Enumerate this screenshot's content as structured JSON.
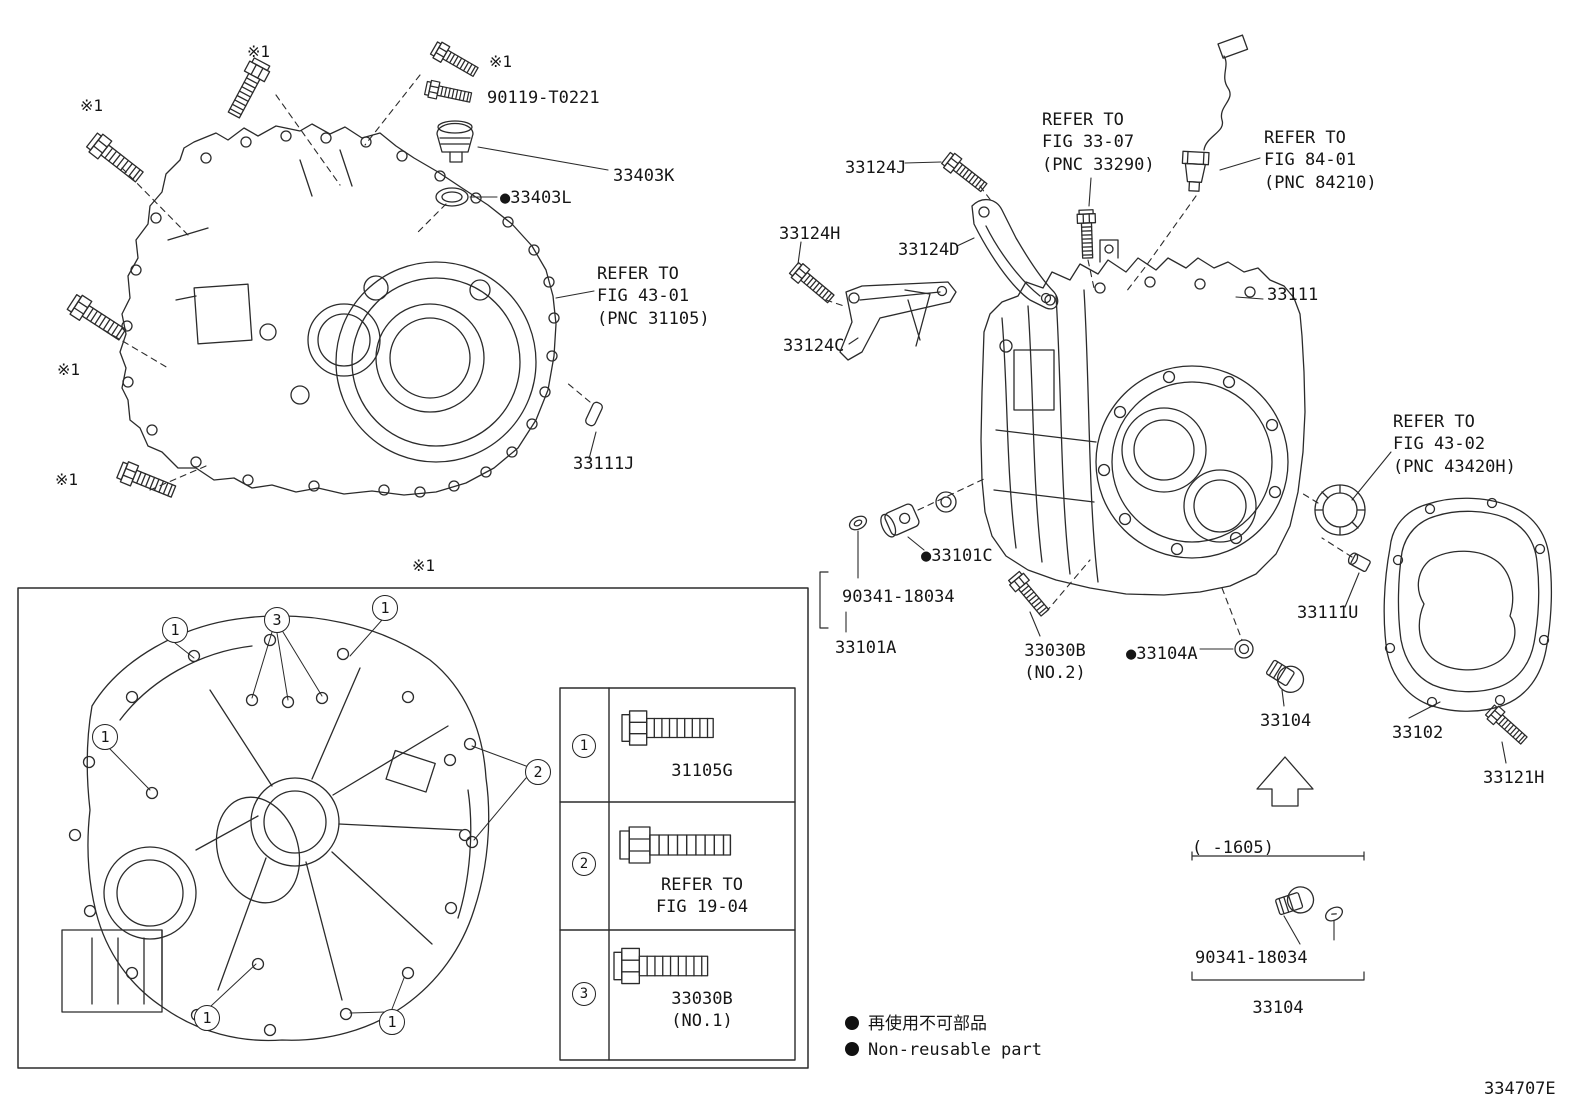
{
  "doc": {
    "number": "334707E"
  },
  "notes": {
    "asterisk": "※1",
    "legend_jp": "再使用不可部品",
    "legend_en": "Non-reusable part"
  },
  "labels": {
    "bolt_90119": "90119-T0221",
    "cap_33403K": "33403K",
    "gasket_33403L": "●33403L",
    "ref_fig_43_01": "REFER TO\nFIG 43-01\n(PNC 31105)",
    "pin_33111J": "33111J",
    "bolt_33124J": "33124J",
    "ref_fig_33_07": "REFER TO\nFIG 33-07\n(PNC 33290)",
    "ref_fig_84_01": "REFER TO\nFIG 84-01\n(PNC 84210)",
    "bolt_33124H": "33124H",
    "bracket_33124D": "33124D",
    "bracket_33124C": "33124C",
    "case_33111": "33111",
    "ref_fig_43_02": "REFER TO\nFIG 43-02\n(PNC 43420H)",
    "plug_33101C": "●33101C",
    "gasket_90341_upper": "90341-18034",
    "plug_33101A": "33101A",
    "bolt_33030B_no2": "33030B\n(NO.2)",
    "washer_33104A": "●33104A",
    "plug_33111U": "33111U",
    "plug_33104": "33104",
    "cover_33102": "33102",
    "bolt_33121H": "33121H",
    "range_1605": "(    -1605)",
    "gasket_90341_lower": "90341-18034",
    "plug_33104_lower": "33104"
  },
  "inset": {
    "callout_1": "1",
    "callout_2": "2",
    "callout_3": "3",
    "table": [
      {
        "num": "1",
        "label": "31105G"
      },
      {
        "num": "2",
        "label": "REFER TO\nFIG 19-04"
      },
      {
        "num": "3",
        "label": "33030B\n(NO.1)"
      }
    ]
  }
}
